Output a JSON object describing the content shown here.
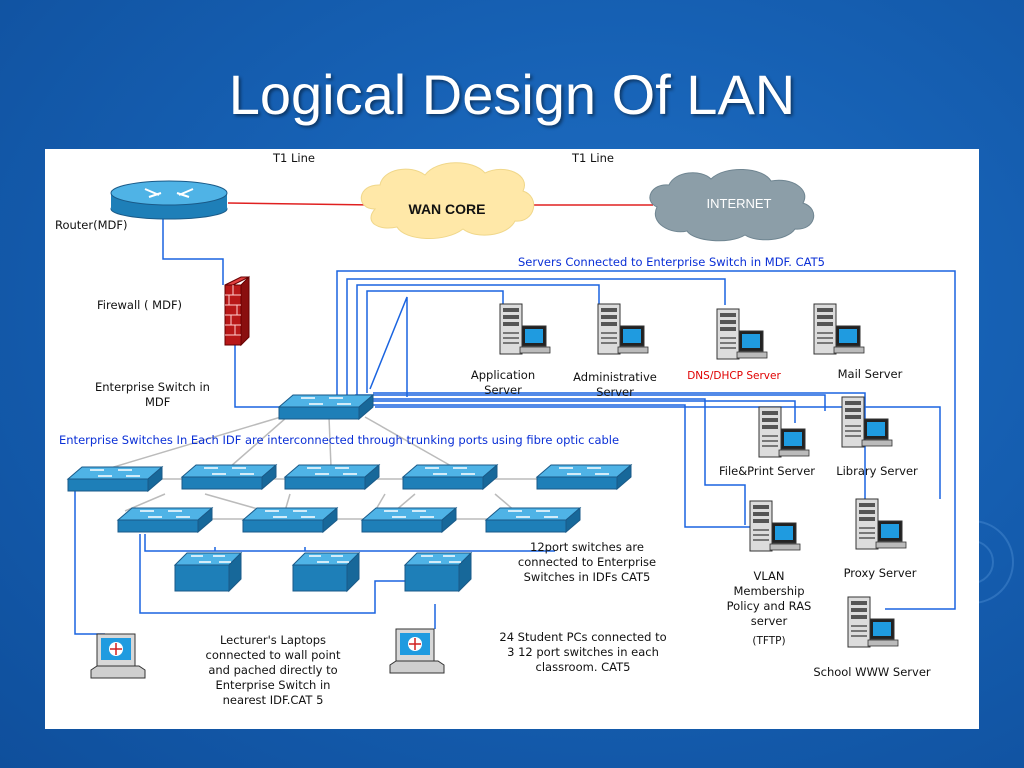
{
  "slide": {
    "title": "Logical Design Of LAN"
  },
  "colors": {
    "background": "#1660b3",
    "wan_line": "#e02020",
    "lan_line": "#1a64e0",
    "trunk_line": "#bbbbbb",
    "switch_fill": "#2a8fc7",
    "cloud_wan": "#ffe8a8",
    "cloud_internet": "#8c9ea8"
  },
  "diagram": {
    "t1_left": "T1 Line",
    "t1_right": "T1 Line",
    "router_label": "Router(MDF)",
    "wan_core": "WAN CORE",
    "internet": "INTERNET",
    "firewall_label": "Firewall ( MDF)",
    "enterprise_switch_line1": "Enterprise Switch in",
    "enterprise_switch_line2": "MDF",
    "servers_note": "Servers Connected to Enterprise Switch in MDF. CAT5",
    "idf_note": "Enterprise Switches In Each IDF are interconnected through trunking ports using fibre optic cable",
    "app_server_line1": "Application",
    "app_server_line2": "Server",
    "admin_server_line1": "Administrative",
    "admin_server_line2": "Server",
    "dns_server": "DNS/DHCP Server",
    "mail_server": "Mail Server",
    "file_print_server": "File&Print Server",
    "library_server": "Library Server",
    "vlan_line1": "VLAN",
    "vlan_line2": "Membership",
    "vlan_line3": "Policy and RAS",
    "vlan_line4": "server",
    "vlan_line5": "(TFTP)",
    "proxy_server": "Proxy Server",
    "www_server": "School WWW Server",
    "port12_line1": "12port switches are",
    "port12_line2": "connected to Enterprise",
    "port12_line3": "Switches in IDFs CAT5",
    "student_line1": "24 Student PCs connected to",
    "student_line2": "3 12 port switches in each",
    "student_line3": "classroom. CAT5",
    "lecturer_line1": "Lecturer's Laptops",
    "lecturer_line2": "connected to wall point",
    "lecturer_line3": "and pached directly to",
    "lecturer_line4": "Enterprise Switch in",
    "lecturer_line5": "nearest IDF.CAT 5"
  }
}
